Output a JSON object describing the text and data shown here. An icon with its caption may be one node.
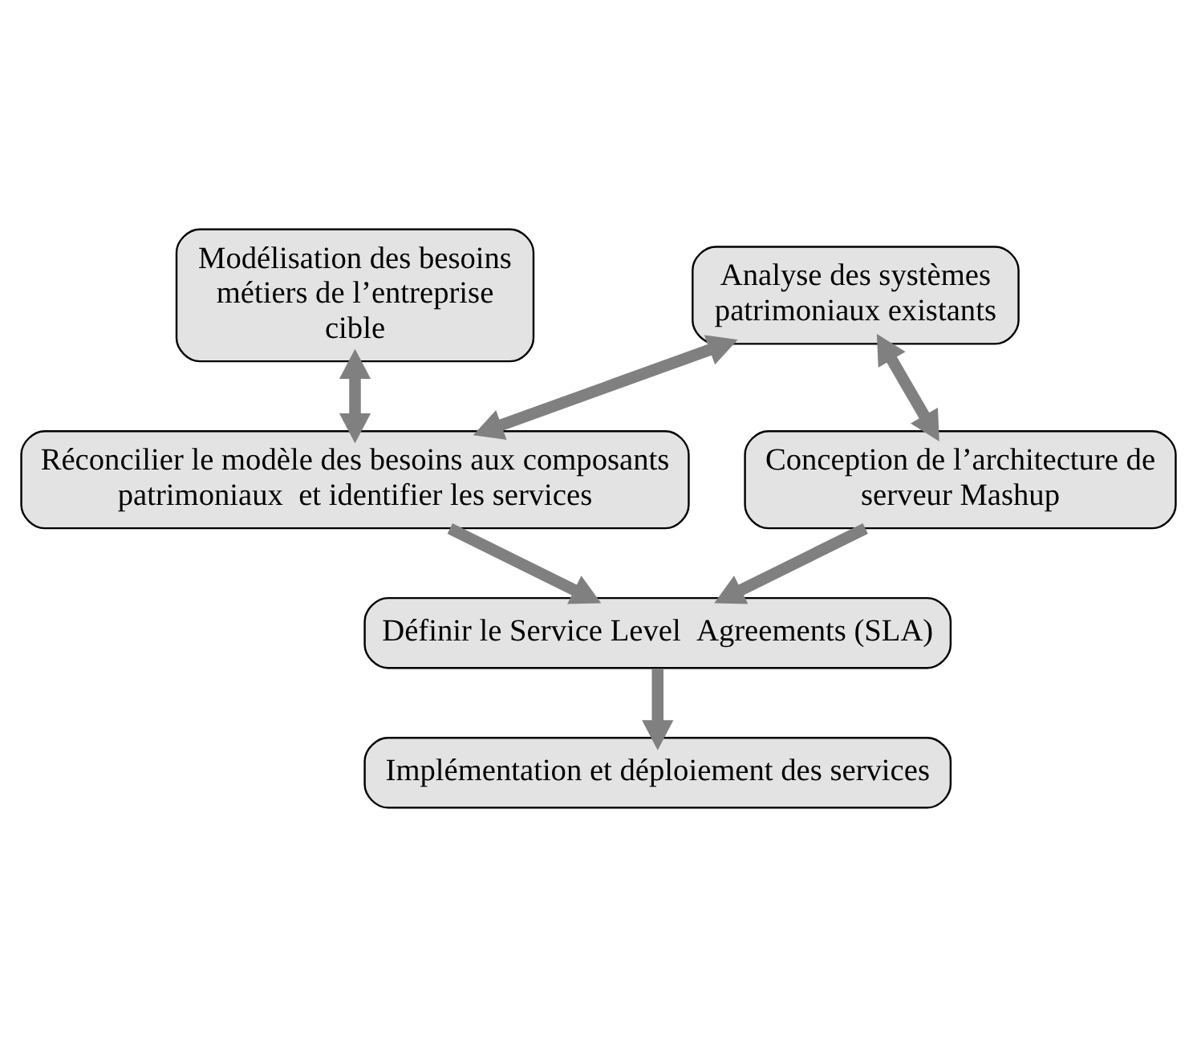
{
  "diagram": {
    "nodes": [
      {
        "text": [
          "Modélisation des besoins métiers de l’entreprise cible"
        ]
      },
      {
        "text": [
          "Analyse des systèmes patrimoniaux existants"
        ]
      },
      {
        "text": [
          "Réconcilier le modèle des besoins aux composants patrimoniaux  et identifier les services"
        ]
      },
      {
        "text": [
          "Conception de l’architecture de serveur Mashup"
        ]
      },
      {
        "text": [
          "Définir le Service Level  Agreements (SLA)"
        ]
      },
      {
        "text": [
          "Implémentation et déploiement des services"
        ]
      }
    ],
    "edges": [
      {
        "from": 0,
        "to": 2,
        "arrow": "both"
      },
      {
        "from": 1,
        "to": 2,
        "arrow": "both"
      },
      {
        "from": 1,
        "to": 3,
        "arrow": "both"
      },
      {
        "from": 2,
        "to": 4,
        "arrow": "to"
      },
      {
        "from": 3,
        "to": 4,
        "arrow": "to"
      },
      {
        "from": 4,
        "to": 5,
        "arrow": "to"
      }
    ]
  }
}
